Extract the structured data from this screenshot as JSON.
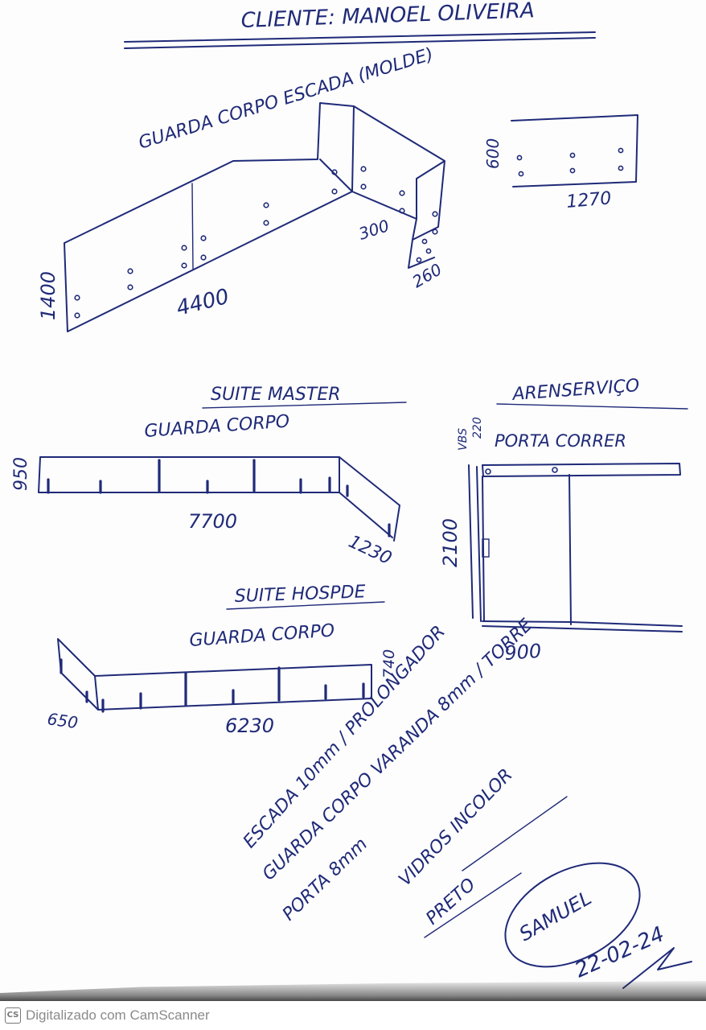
{
  "header": {
    "title": "CLIENTE: MANOEL OLIVEIRA"
  },
  "sections": {
    "escada": {
      "heading": "GUARDA CORPO ESCADA (MOLDE)",
      "dim_height": "1400",
      "dim_length": "4400",
      "dim_step": "300",
      "dim_small": "260",
      "panel_height": "600",
      "panel_width": "1270"
    },
    "suite_master": {
      "title": "SUITE MASTER",
      "subtitle": "GUARDA CORPO",
      "dim_height": "950",
      "dim_length": "7700",
      "dim_return": "1230"
    },
    "servico": {
      "title": "ARENSERVIÇO",
      "subtitle": "PORTA CORRER",
      "dim_top": "220",
      "dim_top2": "VBS",
      "dim_height": "2100",
      "dim_width": "900"
    },
    "suite_hospede": {
      "title": "SUITE HOSPDE",
      "subtitle": "GUARDA CORPO",
      "dim_return": "650",
      "dim_length": "6230",
      "dim_height": "740"
    }
  },
  "notes": {
    "line1": "ESCADA 10mm / PROLONGADOR",
    "line2": "GUARDA CORPO VARANDA 8mm / TORRE",
    "line3": "PORTA 8mm",
    "line4": "VIDROS INCOLOR",
    "line5": "PRETO"
  },
  "signature": {
    "name": "SAMUEL",
    "date": "22-02-24"
  },
  "footer": {
    "scanner_label": "Digitalizado com CamScanner",
    "logo_text": "CS"
  }
}
